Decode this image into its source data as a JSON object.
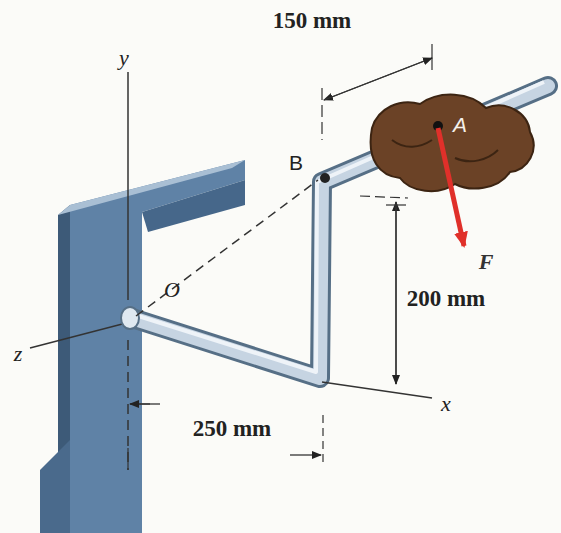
{
  "diagram": {
    "labels": [
      "150 mm",
      "y",
      "B",
      "A",
      "F",
      "200 mm",
      "z",
      "O",
      "x",
      "250 mm"
    ]
  }
}
